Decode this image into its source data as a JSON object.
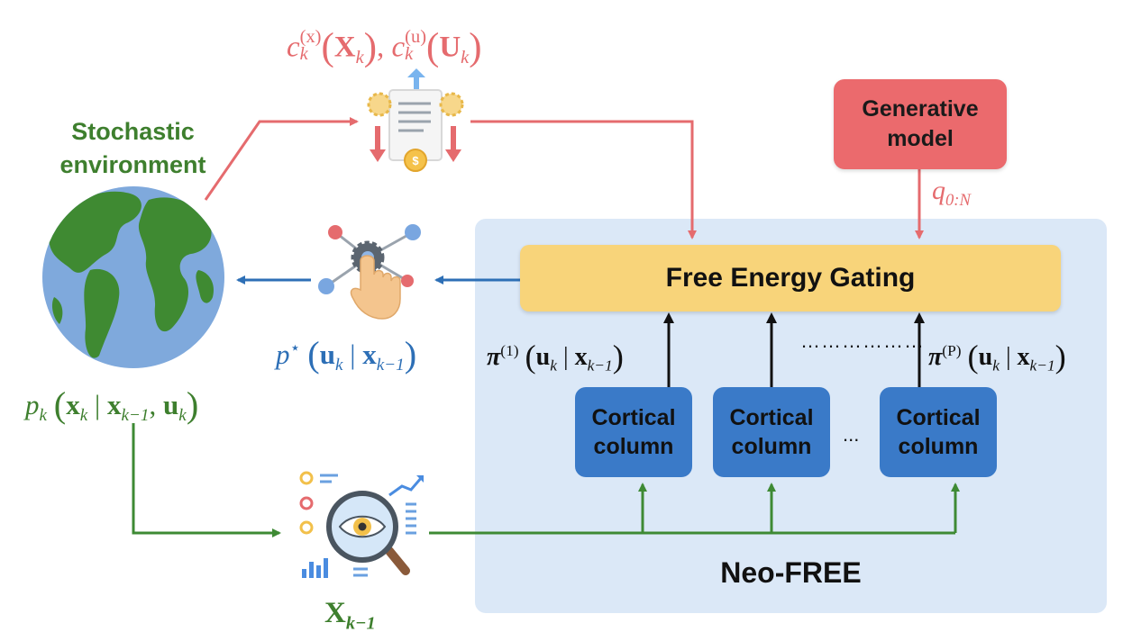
{
  "environment": {
    "label_line1": "Stochastic",
    "label_line2": "environment"
  },
  "generative_model": {
    "label_line1": "Generative",
    "label_line2": "model"
  },
  "gating": {
    "label": "Free Energy Gating"
  },
  "panel": {
    "title": "Neo-FREE"
  },
  "columns": [
    {
      "line1": "Cortical",
      "line2": "column"
    },
    {
      "line1": "Cortical",
      "line2": "column"
    },
    {
      "line1": "Cortical",
      "line2": "column"
    }
  ],
  "separators": {
    "dots": "………………",
    "ellipsis": "..."
  },
  "math": {
    "cost": {
      "c": "c",
      "k": "k",
      "x_sup": "(x)",
      "X": "X",
      "sep": ",",
      "u_sup": "(u)",
      "U": "U"
    },
    "q": {
      "q": "q",
      "sub": "0:N"
    },
    "pstar": {
      "p": "p",
      "star": "⋆",
      "u": "u",
      "k": "k",
      "bar": "|",
      "x": "x",
      "km1": "k−1"
    },
    "pk": {
      "p": "p",
      "k": "k",
      "x": "x",
      "bar": "|",
      "km1": "k−1",
      "sep": ",",
      "u": "u"
    },
    "xk": {
      "X": "X",
      "km1": "k−1"
    },
    "pi1": {
      "pi": "π",
      "sup": "(1)",
      "u": "u",
      "k": "k",
      "bar": "|",
      "x": "x",
      "km1": "k−1"
    },
    "pip": {
      "pi": "π",
      "sup": "(P)",
      "u": "u",
      "k": "k",
      "bar": "|",
      "x": "x",
      "km1": "k−1"
    }
  },
  "colors": {
    "red": "#e56b6e",
    "green": "#3e7f2e",
    "blue": "#2d6fb6",
    "panel": "#dbe8f7",
    "gating": "#f8d47a",
    "column": "#3a7ac8",
    "generative": "#eb6a6d"
  },
  "icons": [
    "globe-icon",
    "cost-document-icon",
    "action-network-icon",
    "observation-analytics-icon"
  ]
}
